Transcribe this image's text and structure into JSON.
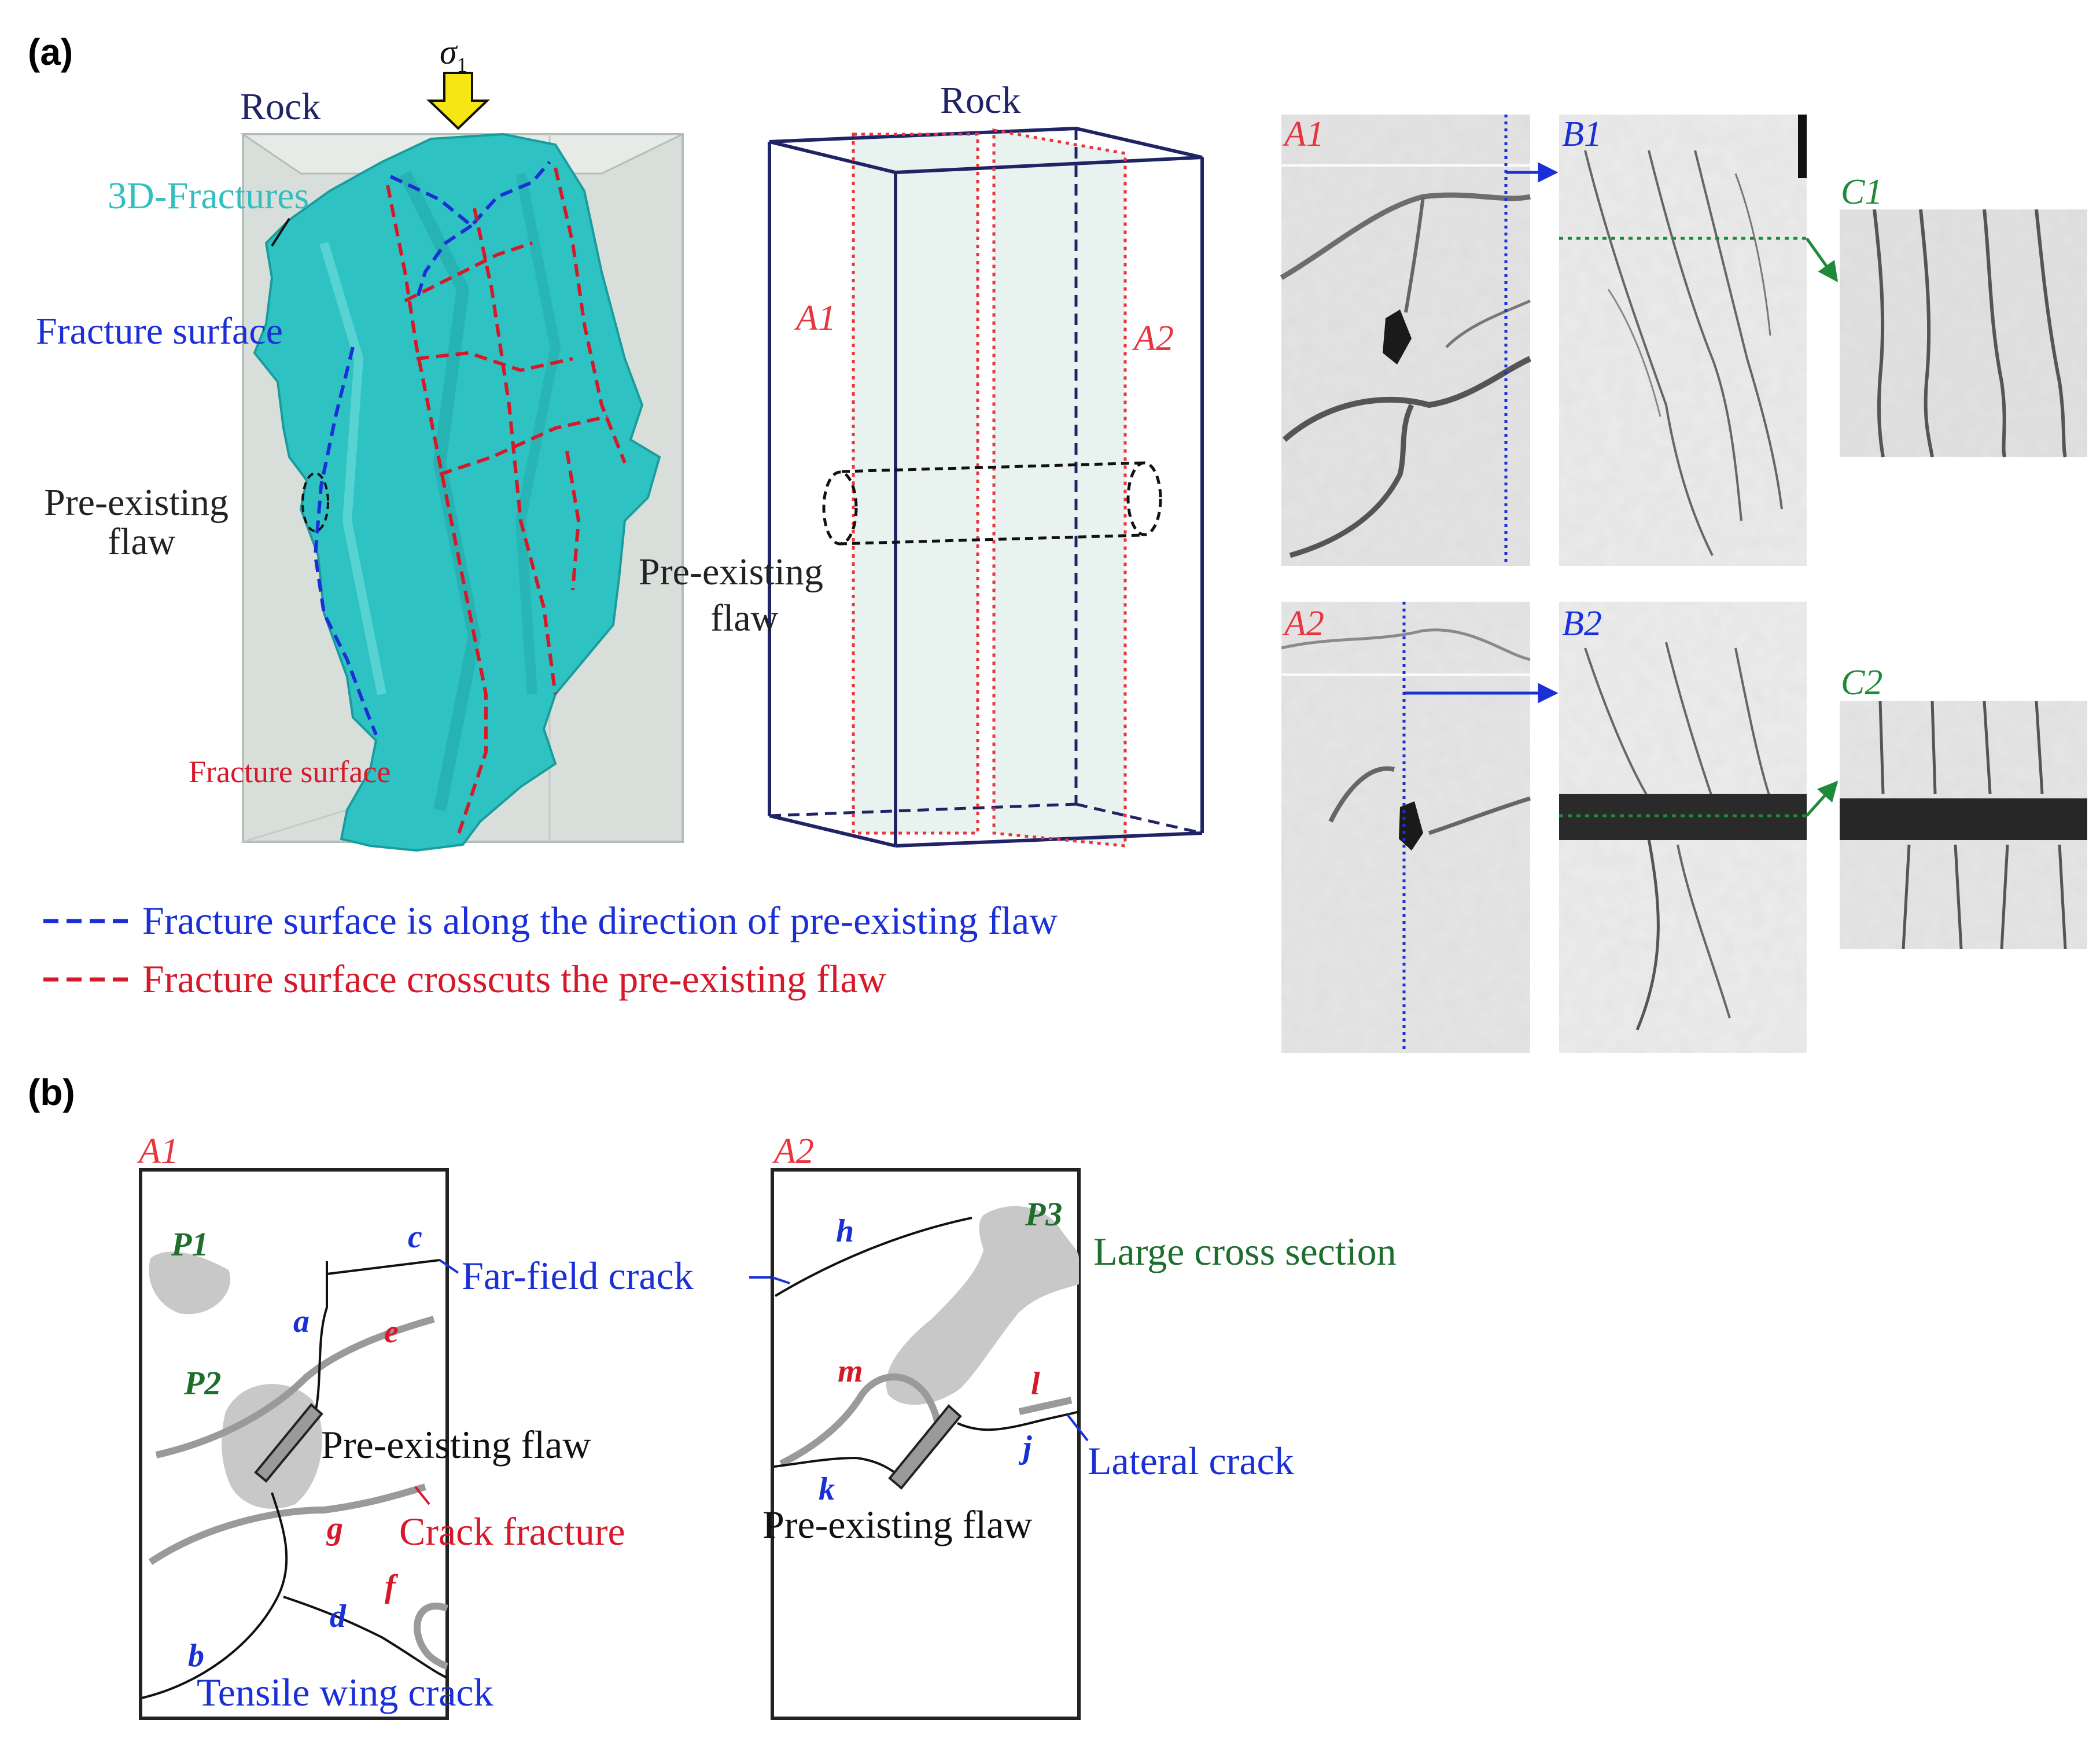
{
  "panel_a": {
    "label": "(a)",
    "model3d": {
      "stress_label": "σ",
      "stress_subscript": "1",
      "rock_label": "Rock",
      "fractures_3d_label": "3D-Fractures",
      "fracture_surface_blue_label": "Fracture surface",
      "flaw_label_line1": "Pre-existing",
      "flaw_label_line2": "flaw",
      "fracture_surface_red_label": "Fracture surface"
    },
    "schematic": {
      "rock_label": "Rock",
      "plane_a1_label": "A1",
      "plane_a2_label": "A2",
      "flaw_label_line1": "Pre-existing",
      "flaw_label_line2": "flaw"
    },
    "legend": {
      "blue_text": "Fracture surface is along the direction of pre-existing flaw",
      "red_text": "Fracture surface crosscuts the pre-existing flaw",
      "blue_color": "#1a2fd6",
      "red_color": "#d6192a"
    },
    "ct_slices": {
      "a1": "A1",
      "b1": "B1",
      "c1": "C1",
      "a2": "A2",
      "b2": "B2",
      "c2": "C2"
    }
  },
  "panel_b": {
    "label": "(b)",
    "a1_box": {
      "title": "A1",
      "p1": "P1",
      "p2": "P2",
      "c": "c",
      "a": "a",
      "e": "e",
      "g": "g",
      "f": "f",
      "d": "d",
      "b": "b",
      "flaw_label": "Pre-existing flaw",
      "crack_fracture_label": "Crack fracture",
      "tensile_label": "Tensile wing crack"
    },
    "a2_box": {
      "title": "A2",
      "p3": "P3",
      "h": "h",
      "m": "m",
      "l": "l",
      "j": "j",
      "k": "k",
      "flaw_label": "Pre-existing flaw"
    },
    "far_field_label": "Far-field crack",
    "large_cross_label": "Large cross section",
    "lateral_label": "Lateral crack"
  },
  "colors": {
    "navy": "#1f2466",
    "cyan": "#33bfbf",
    "blue": "#1a2fd6",
    "red": "#d6192a",
    "green": "#1e6e2e",
    "gray_fill": "#c8c8c8",
    "gray_line": "#9a9a9a",
    "rock_gray": "#d6dcd8",
    "yellow": "#f5e614"
  }
}
